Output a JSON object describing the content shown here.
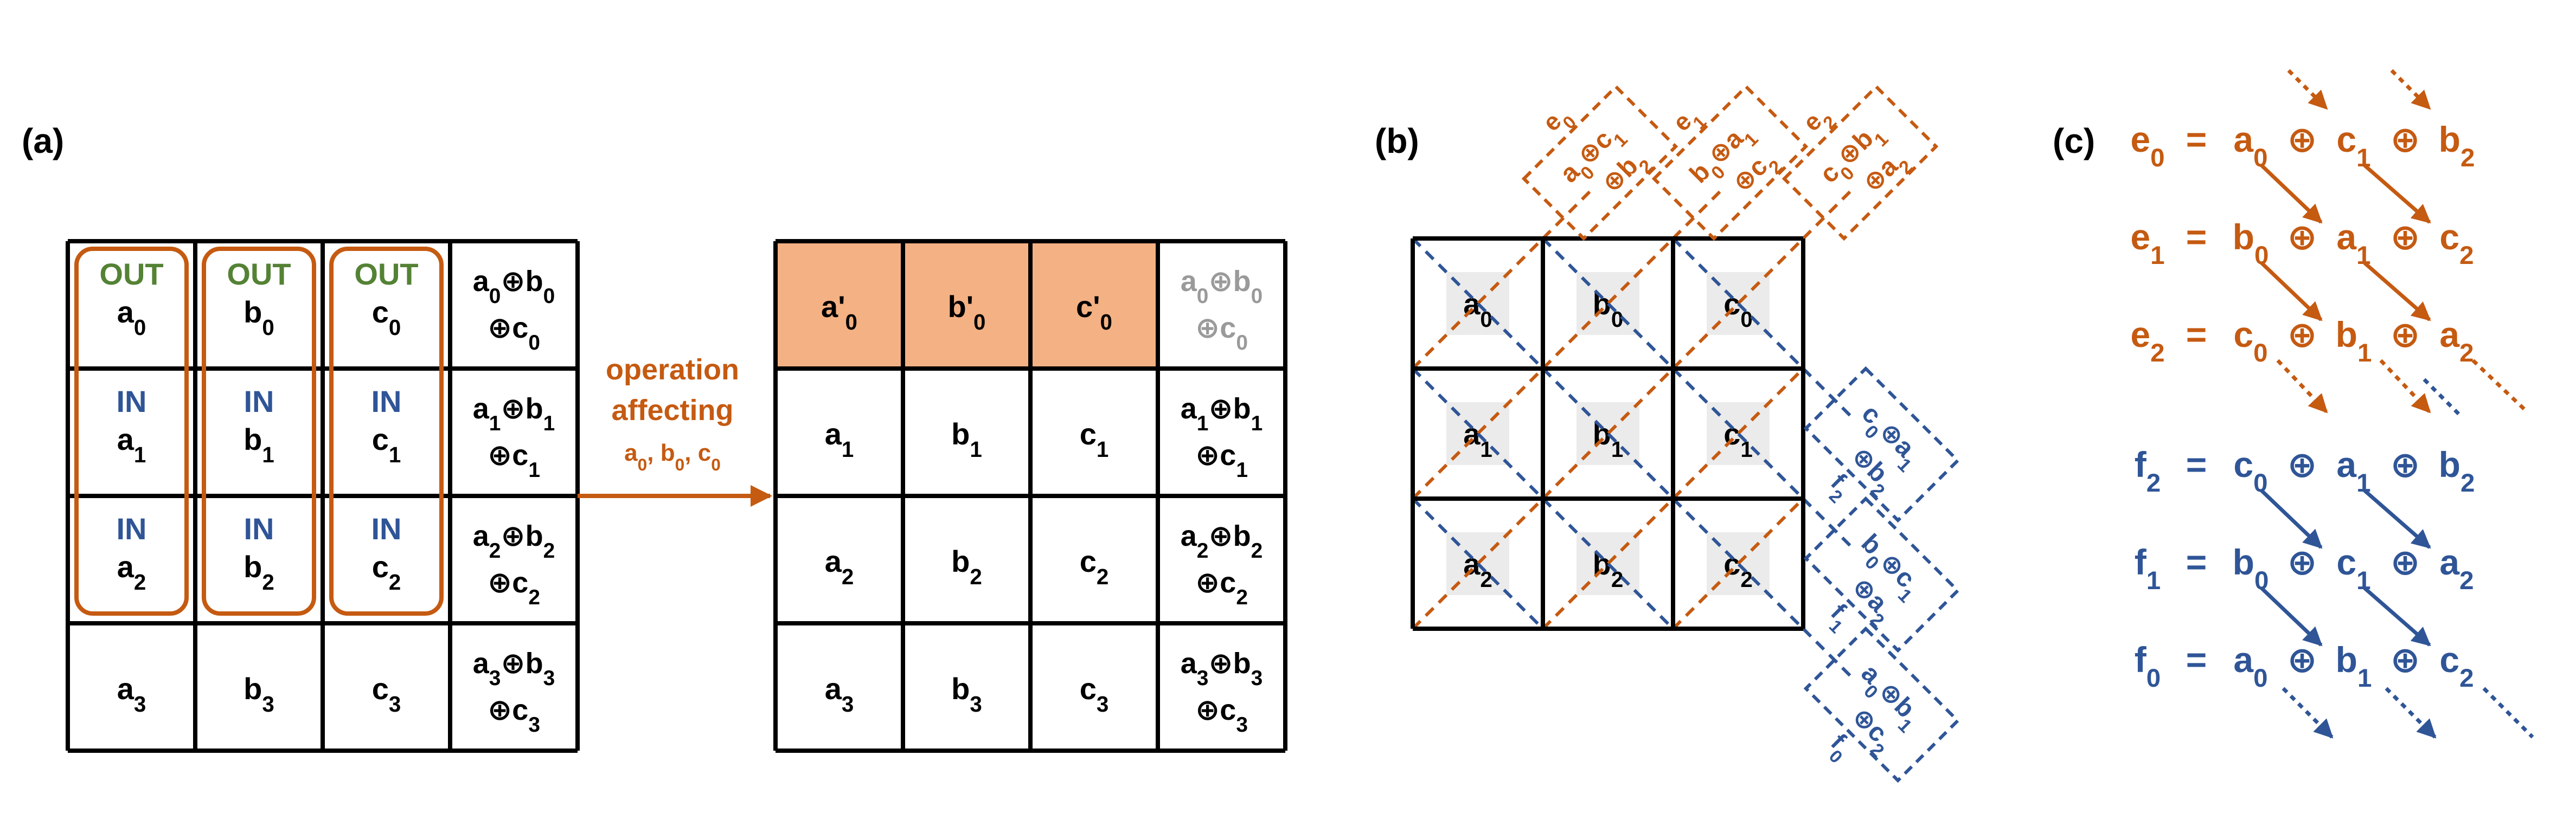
{
  "panels": {
    "a": "(a)",
    "b": "(b)",
    "c": "(c)"
  },
  "colors": {
    "orange": "#C55A11",
    "blue": "#2F5597",
    "green": "#548235",
    "fill": "#F4B183",
    "gray": "#9A9A9A",
    "cellgray": "#EBEBEB",
    "black": "#000000"
  },
  "panel_a": {
    "left_grid": [
      [
        {
          "tag": "OUT",
          "base": "a",
          "sub": "0"
        },
        {
          "tag": "OUT",
          "base": "b",
          "sub": "0"
        },
        {
          "tag": "OUT",
          "base": "c",
          "sub": "0"
        },
        {
          "parity": [
            "a",
            "0",
            "b",
            "0",
            "c",
            "0"
          ]
        }
      ],
      [
        {
          "tag": "IN",
          "base": "a",
          "sub": "1"
        },
        {
          "tag": "IN",
          "base": "b",
          "sub": "1"
        },
        {
          "tag": "IN",
          "base": "c",
          "sub": "1"
        },
        {
          "parity": [
            "a",
            "1",
            "b",
            "1",
            "c",
            "1"
          ]
        }
      ],
      [
        {
          "tag": "IN",
          "base": "a",
          "sub": "2"
        },
        {
          "tag": "IN",
          "base": "b",
          "sub": "2"
        },
        {
          "tag": "IN",
          "base": "c",
          "sub": "2"
        },
        {
          "parity": [
            "a",
            "2",
            "b",
            "2",
            "c",
            "2"
          ]
        }
      ],
      [
        {
          "base": "a",
          "sub": "3"
        },
        {
          "base": "b",
          "sub": "3"
        },
        {
          "base": "c",
          "sub": "3"
        },
        {
          "parity": [
            "a",
            "3",
            "b",
            "3",
            "c",
            "3"
          ]
        }
      ]
    ],
    "arrow_label": [
      "operation",
      "affecting"
    ],
    "arrow_label_vars": [
      [
        "a",
        "0"
      ],
      [
        "b",
        "0"
      ],
      [
        "c",
        "0"
      ]
    ],
    "right_grid": [
      [
        {
          "base": "a'",
          "sub": "0",
          "fill": true
        },
        {
          "base": "b'",
          "sub": "0",
          "fill": true
        },
        {
          "base": "c'",
          "sub": "0",
          "fill": true
        },
        {
          "parity": [
            "a",
            "0",
            "b",
            "0",
            "c",
            "0"
          ],
          "stale": true
        }
      ],
      [
        {
          "base": "a",
          "sub": "1"
        },
        {
          "base": "b",
          "sub": "1"
        },
        {
          "base": "c",
          "sub": "1"
        },
        {
          "parity": [
            "a",
            "1",
            "b",
            "1",
            "c",
            "1"
          ]
        }
      ],
      [
        {
          "base": "a",
          "sub": "2"
        },
        {
          "base": "b",
          "sub": "2"
        },
        {
          "base": "c",
          "sub": "2"
        },
        {
          "parity": [
            "a",
            "2",
            "b",
            "2",
            "c",
            "2"
          ]
        }
      ],
      [
        {
          "base": "a",
          "sub": "3"
        },
        {
          "base": "b",
          "sub": "3"
        },
        {
          "base": "c",
          "sub": "3"
        },
        {
          "parity": [
            "a",
            "3",
            "b",
            "3",
            "c",
            "3"
          ]
        }
      ]
    ]
  },
  "panel_b": {
    "grid": [
      [
        [
          "a",
          "0"
        ],
        [
          "b",
          "0"
        ],
        [
          "c",
          "0"
        ]
      ],
      [
        [
          "a",
          "1"
        ],
        [
          "b",
          "1"
        ],
        [
          "c",
          "1"
        ]
      ],
      [
        [
          "a",
          "2"
        ],
        [
          "b",
          "2"
        ],
        [
          "c",
          "2"
        ]
      ]
    ],
    "e_boxes": [
      {
        "label": [
          "e",
          "0"
        ],
        "line1": [
          [
            "a",
            "0"
          ],
          [
            "c",
            "1"
          ]
        ],
        "line2": [
          [
            "b",
            "2"
          ]
        ]
      },
      {
        "label": [
          "e",
          "1"
        ],
        "line1": [
          [
            "b",
            "0"
          ],
          [
            "a",
            "1"
          ]
        ],
        "line2": [
          [
            "c",
            "2"
          ]
        ]
      },
      {
        "label": [
          "e",
          "2"
        ],
        "line1": [
          [
            "c",
            "0"
          ],
          [
            "b",
            "1"
          ]
        ],
        "line2": [
          [
            "a",
            "2"
          ]
        ]
      }
    ],
    "f_boxes": [
      {
        "label": [
          "f",
          "2"
        ],
        "line1": [
          [
            "c",
            "0"
          ],
          [
            "a",
            "1"
          ]
        ],
        "line2": [
          [
            "b",
            "2"
          ]
        ]
      },
      {
        "label": [
          "f",
          "1"
        ],
        "line1": [
          [
            "b",
            "0"
          ],
          [
            "c",
            "1"
          ]
        ],
        "line2": [
          [
            "a",
            "2"
          ]
        ]
      },
      {
        "label": [
          "f",
          "0"
        ],
        "line1": [
          [
            "a",
            "0"
          ],
          [
            "b",
            "1"
          ]
        ],
        "line2": [
          [
            "c",
            "2"
          ]
        ]
      }
    ]
  },
  "panel_c": {
    "e_equations": [
      {
        "lhs": [
          "e",
          "0"
        ],
        "terms": [
          [
            "a",
            "0"
          ],
          [
            "c",
            "1"
          ],
          [
            "b",
            "2"
          ]
        ]
      },
      {
        "lhs": [
          "e",
          "1"
        ],
        "terms": [
          [
            "b",
            "0"
          ],
          [
            "a",
            "1"
          ],
          [
            "c",
            "2"
          ]
        ]
      },
      {
        "lhs": [
          "e",
          "2"
        ],
        "terms": [
          [
            "c",
            "0"
          ],
          [
            "b",
            "1"
          ],
          [
            "a",
            "2"
          ]
        ]
      }
    ],
    "f_equations": [
      {
        "lhs": [
          "f",
          "2"
        ],
        "terms": [
          [
            "c",
            "0"
          ],
          [
            "a",
            "1"
          ],
          [
            "b",
            "2"
          ]
        ]
      },
      {
        "lhs": [
          "f",
          "1"
        ],
        "terms": [
          [
            "b",
            "0"
          ],
          [
            "c",
            "1"
          ],
          [
            "a",
            "2"
          ]
        ]
      },
      {
        "lhs": [
          "f",
          "0"
        ],
        "terms": [
          [
            "a",
            "0"
          ],
          [
            "b",
            "1"
          ],
          [
            "c",
            "2"
          ]
        ]
      }
    ],
    "equals": "=",
    "xor": "⊕"
  }
}
